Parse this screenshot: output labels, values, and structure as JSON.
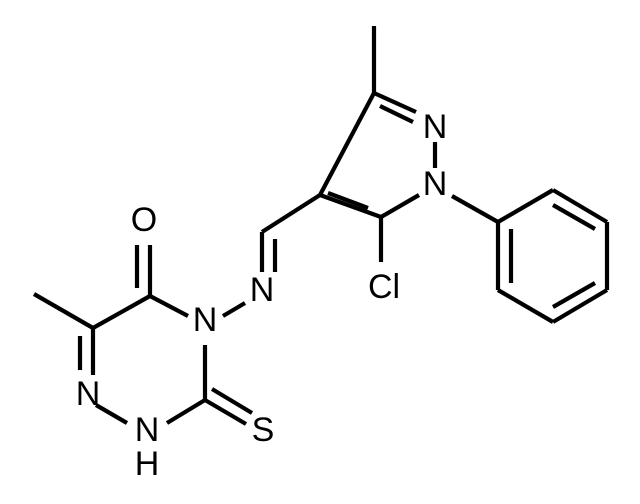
{
  "atoms": {
    "o1": "O",
    "n_triazine_4": "N",
    "n_hydrazone": "N",
    "n_triazine_1": "N",
    "nh_triazine": "N",
    "nh_h": "H",
    "s1": "S",
    "n_pyrazole_2": "N",
    "n_pyrazole_1": "N",
    "cl1": "Cl"
  },
  "colors": {
    "bond": "#000000",
    "background": "#ffffff"
  }
}
